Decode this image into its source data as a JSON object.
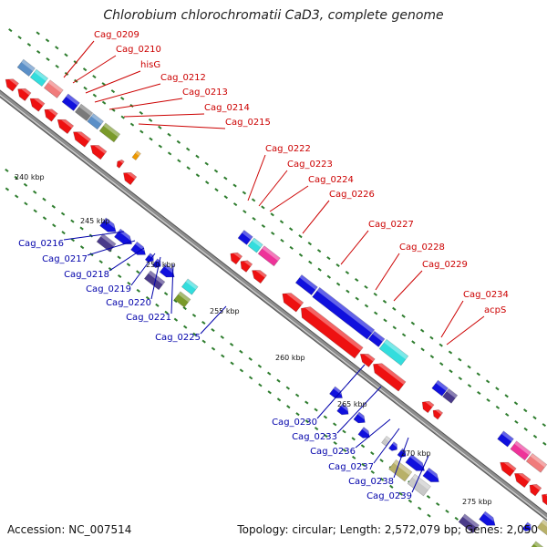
{
  "title": "Chlorobium chlorochromatii CaD3, complete genome",
  "footer": {
    "accession": "Accession: NC_007514",
    "summary": "Topology: circular; Length: 2,572,079 bp; Genes: 2,050"
  },
  "colors": {
    "backbone": "#8c8c8c",
    "tick": "#2e7d2e",
    "upper_label": "#cc0000",
    "lower_label": "#0000aa",
    "red_arrow": "#ee1111",
    "blue_arrow": "#1010dd",
    "cyan": "#33dddd",
    "pink": "#ee3399",
    "salmon": "#f07b7b",
    "steelblue": "#5b8fc7",
    "gray": "#7a7a7a",
    "olive": "#7a9a2a",
    "khaki": "#b8b068",
    "indigo": "#4a3a8a",
    "silver": "#c8c8c8",
    "orange": "#ee9900"
  },
  "axis_labels": [
    "240 kbp",
    "245 kbp",
    "250 kbp",
    "255 kbp",
    "260 kbp",
    "265 kbp",
    "270 kbp",
    "275 kbp"
  ],
  "upper_genes": [
    "Cag_0209",
    "Cag_0210",
    "hisG",
    "Cag_0212",
    "Cag_0213",
    "Cag_0214",
    "Cag_0215",
    "Cag_0222",
    "Cag_0223",
    "Cag_0224",
    "Cag_0226",
    "Cag_0227",
    "Cag_0228",
    "Cag_0229",
    "Cag_0234",
    "acpS"
  ],
  "lower_genes": [
    "Cag_0216",
    "Cag_0217",
    "Cag_0218",
    "Cag_0219",
    "Cag_0220",
    "Cag_0221",
    "Cag_0225",
    "Cag_0230",
    "Cag_0233",
    "Cag_0236",
    "Cag_0237",
    "Cag_0238",
    "Cag_0239"
  ]
}
